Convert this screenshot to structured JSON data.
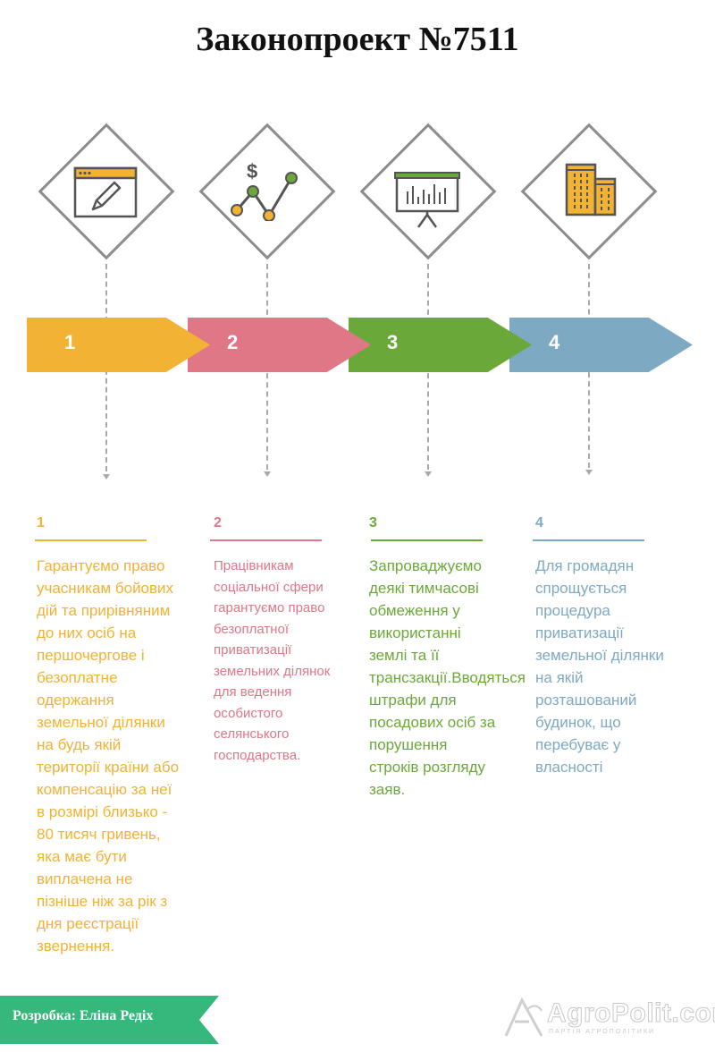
{
  "title": "Законопроект №7511",
  "colors": {
    "step1": "#f2b233",
    "step2": "#df7787",
    "step3": "#6aa939",
    "step4": "#7ea9c2",
    "footer": "#36b77b"
  },
  "steps": [
    {
      "number": "1",
      "icon": "browser-edit-icon",
      "text": "Гарантуємо право учасникам бойових дій та прирівняним до них осіб на першочергове і безоплатне одержання земельної ділянки на будь якій території країни або компенсацію за неї в розмірі близько - 80 тисяч гривень, яка має бути виплачена не пізніше ніж за рік з дня реєстрації звернення."
    },
    {
      "number": "2",
      "icon": "dollar-graph-icon",
      "text": "Працівникам соціальної сфери гарантуємо право безоплатної приватизації земельних ділянок для ведення особистого селянського господарства."
    },
    {
      "number": "3",
      "icon": "presentation-board-icon",
      "text": "Запроваджуємо деякі тимчасові обмеження у використанні землі та її трансзакції.Вводяться штрафи для посадових осіб за порушення строків розгляду заяв."
    },
    {
      "number": "4",
      "icon": "buildings-icon",
      "text": "Для громадян спрощується процедура приватизації земельної ділянки на якій розташований будинок, що перебуває у власності"
    }
  ],
  "footer": {
    "credit": "Розробка: Еліна Редіх",
    "logo_text": "AgroPolit.com",
    "logo_subtitle": "ПАРТІЯ АГРОПОЛІТИКИ"
  }
}
